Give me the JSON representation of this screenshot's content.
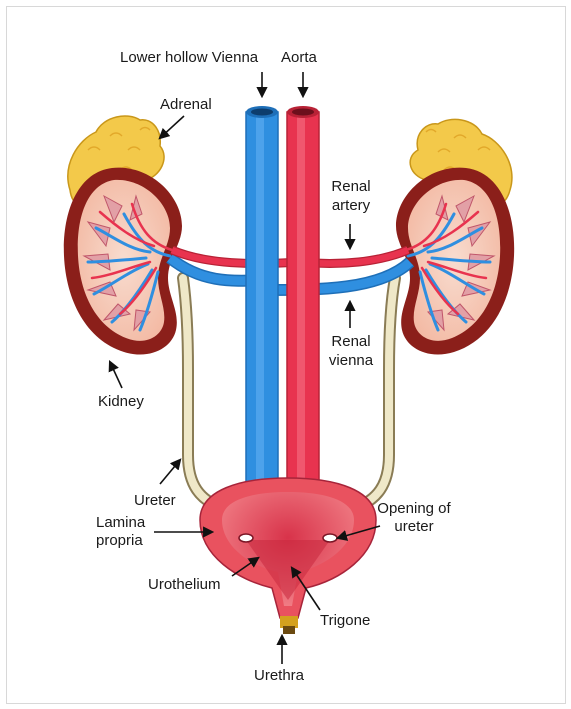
{
  "labels": {
    "lower_hollow_vienna": "Lower hollow Vienna",
    "aorta": "Aorta",
    "adrenal": "Adrenal",
    "renal_artery_line1": "Renal",
    "renal_artery_line2": "artery",
    "renal_vienna_line1": "Renal",
    "renal_vienna_line2": "vienna",
    "kidney": "Kidney",
    "ureter": "Ureter",
    "lamina_propria_line1": "Lamina",
    "lamina_propria_line2": "propria",
    "opening_of_ureter_line1": "Opening of",
    "opening_of_ureter_line2": "ureter",
    "urothelium": "Urothelium",
    "trigone": "Trigone",
    "urethra": "Urethra"
  },
  "colors": {
    "vein": "#2f8fe0",
    "artery": "#e8334f",
    "adrenal": "#f3c94a",
    "kidney_cortex": "#8b1f1a",
    "kidney_medulla": "#f6c9b5",
    "ureter": "#e8e0bf",
    "bladder": "#e9525f"
  }
}
